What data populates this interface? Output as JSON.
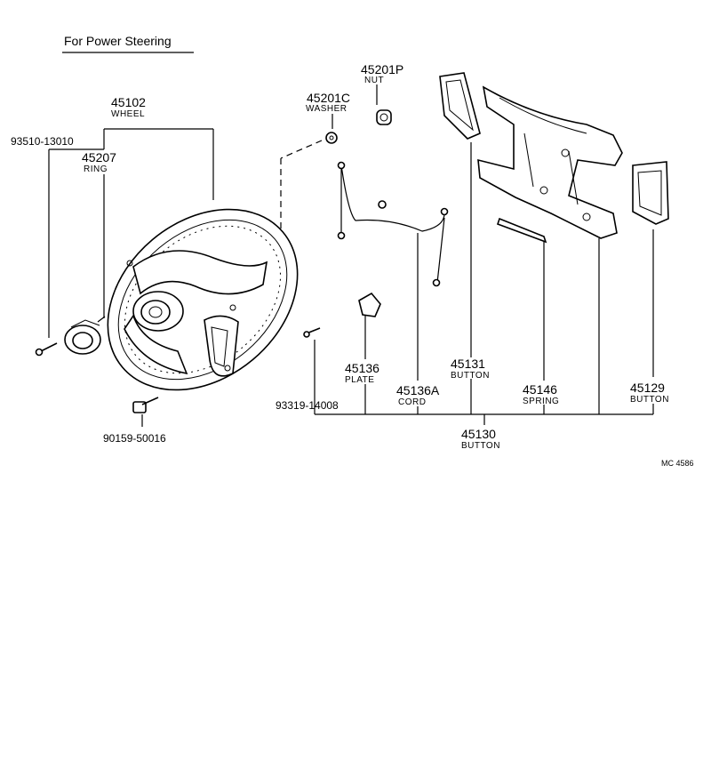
{
  "header": "For Power Steering",
  "diagram_code": "MC 4586",
  "labels": {
    "p45102": {
      "number": "45102",
      "name": "WHEEL"
    },
    "p93510": {
      "number": "93510-13010"
    },
    "p45207": {
      "number": "45207",
      "name": "RING"
    },
    "p45201C": {
      "number": "45201C",
      "name": "WASHER"
    },
    "p45201P": {
      "number": "45201P",
      "name": "NUT"
    },
    "p45136": {
      "number": "45136",
      "name": "PLATE"
    },
    "p45136A": {
      "number": "45136A",
      "name": "CORD"
    },
    "p45131": {
      "number": "45131",
      "name": "BUTTON"
    },
    "p45146": {
      "number": "45146",
      "name": "SPRING"
    },
    "p45129": {
      "number": "45129",
      "name": "BUTTON"
    },
    "p45130": {
      "number": "45130",
      "name": "BUTTON"
    },
    "p93319": {
      "number": "93319-14008"
    },
    "p90159": {
      "number": "90159-50016"
    }
  }
}
